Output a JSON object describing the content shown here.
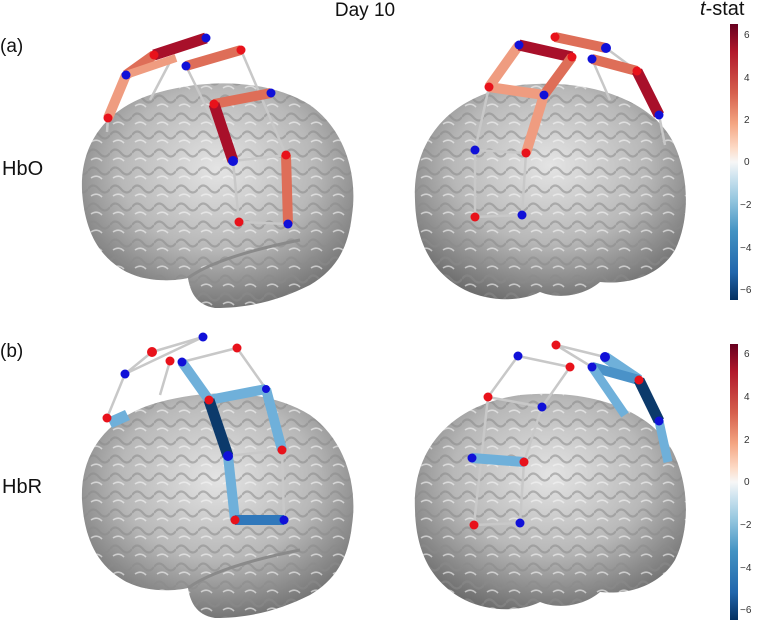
{
  "figure": {
    "title": "Day 10",
    "panels": [
      {
        "label": "(a)",
        "row_label": "HbO"
      },
      {
        "label": "(b)",
        "row_label": "HbR"
      }
    ],
    "colorbar": {
      "title_italic": "t",
      "title_rest": "-stat",
      "ticks": [
        "6",
        "4",
        "2",
        "0",
        "−2",
        "−4",
        "−6"
      ],
      "range": [
        -6.5,
        6.5
      ],
      "colors": [
        "#67001f",
        "#b2182b",
        "#d6604d",
        "#f4a582",
        "#fddbc7",
        "#f7f7f7",
        "#d1e5f0",
        "#92c5de",
        "#4393c3",
        "#2166ac",
        "#053061"
      ]
    },
    "node_colors": {
      "source": "#e8121b",
      "detector": "#1010d8"
    },
    "channel_colors": {
      "dark_red": "#a8102a",
      "salmon": "#de6e58",
      "light_salmon": "#ef9c80",
      "light_blue": "#6fb0da",
      "mid_blue": "#3078bb",
      "navy": "#0c3a6b"
    }
  }
}
